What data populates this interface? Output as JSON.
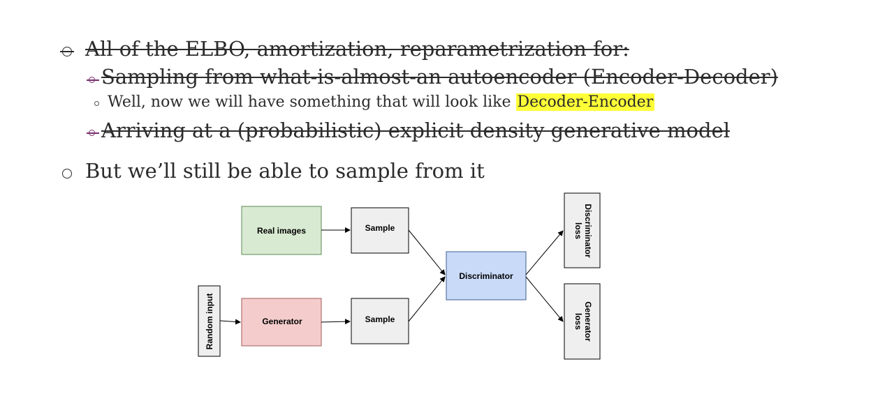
{
  "bullets": {
    "b1": {
      "text": "All of the ELBO, amortization, reparametrization for:"
    },
    "b1a": {
      "text": "Sampling from what-is-almost-an autoencoder (Encoder-Decoder)"
    },
    "b1a_i": {
      "prefix": "Well, now we will have something that will look like ",
      "highlight": "Decoder-Encoder"
    },
    "b1b": {
      "text": "Arriving at a (probabilistic) explicit density generative model"
    },
    "b2": {
      "text": "But we’ll still be able to sample from it"
    }
  },
  "diagram": {
    "nodes": {
      "real_images": "Real images",
      "sample_top": "Sample",
      "random_input": "Random input",
      "generator": "Generator",
      "sample_bottom": "Sample",
      "discriminator": "Discriminator",
      "disc_loss_1": "Discriminator",
      "disc_loss_2": "loss",
      "gen_loss_1": "Generator",
      "gen_loss_2": "loss"
    },
    "colors": {
      "real_images_fill": "#d9ead3",
      "generator_fill": "#f4cccc",
      "discriminator_fill": "#c9daf8",
      "neutral_fill": "#efefef",
      "highlight": "#ffff38"
    }
  }
}
